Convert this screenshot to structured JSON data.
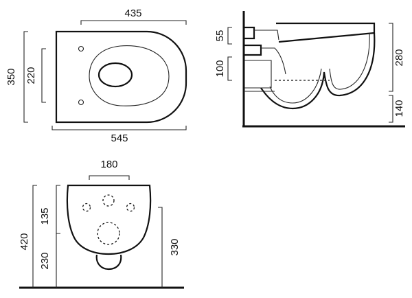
{
  "top_view": {
    "width_upper": "435",
    "length_total": "545",
    "height_total": "350",
    "height_inner": "220"
  },
  "side_view": {
    "dim_55": "55",
    "dim_100": "100",
    "dim_280": "280",
    "dim_140": "140"
  },
  "front_view": {
    "dim_180": "180",
    "dim_135": "135",
    "dim_420": "420",
    "dim_230": "230",
    "dim_330": "330"
  }
}
